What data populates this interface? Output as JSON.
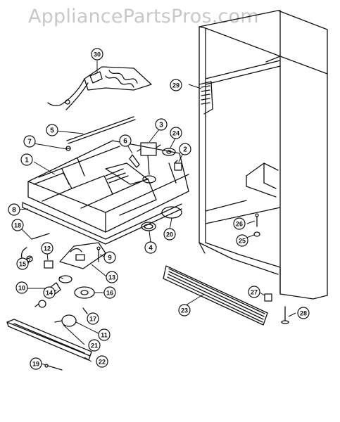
{
  "watermark": "AppliancePartsPros.com",
  "callouts": [
    "1",
    "2",
    "3",
    "4",
    "5",
    "6",
    "7",
    "8",
    "9",
    "10",
    "11",
    "12",
    "13",
    "14",
    "15",
    "16",
    "17",
    "18",
    "19",
    "20",
    "21",
    "22",
    "23",
    "24",
    "25",
    "26",
    "27",
    "28",
    "29",
    "30"
  ],
  "colors": {
    "line": "#111111",
    "watermark": "#c8c8c8",
    "background": "#ffffff"
  }
}
